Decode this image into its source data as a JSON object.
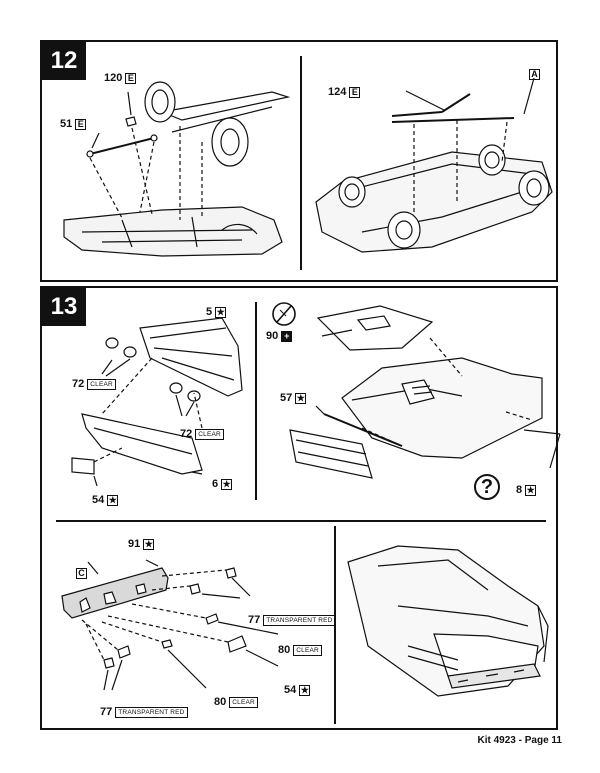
{
  "steps": [
    {
      "number": "12"
    },
    {
      "number": "13"
    }
  ],
  "step12": {
    "left_parts": [
      {
        "number": "120",
        "code": "E"
      },
      {
        "number": "51",
        "code": "E"
      }
    ],
    "right_parts": [
      {
        "number": "124",
        "code": "E"
      },
      {
        "tree_code": "A"
      }
    ]
  },
  "step13": {
    "front_parts": [
      {
        "number": "5",
        "code": "★"
      },
      {
        "number": "72",
        "finish": "CLEAR"
      },
      {
        "number": "72",
        "finish": "CLEAR"
      },
      {
        "number": "6",
        "code": "★"
      },
      {
        "number": "54",
        "code": "★"
      }
    ],
    "hood_parts": [
      {
        "number": "90",
        "code": "+"
      },
      {
        "number": "57",
        "code": "★"
      },
      {
        "number": "8",
        "code": "★"
      },
      {
        "help": "?"
      }
    ],
    "rear_parts": [
      {
        "number": "91",
        "code": "★"
      },
      {
        "tree_code": "C"
      },
      {
        "number": "77",
        "finish": "TRANSPARENT RED"
      },
      {
        "number": "80",
        "finish": "CLEAR"
      },
      {
        "number": "54",
        "code": "★"
      },
      {
        "number": "80",
        "finish": "CLEAR"
      },
      {
        "number": "77",
        "finish": "TRANSPARENT RED"
      }
    ]
  },
  "footer": "Kit 4923 - Page 11"
}
